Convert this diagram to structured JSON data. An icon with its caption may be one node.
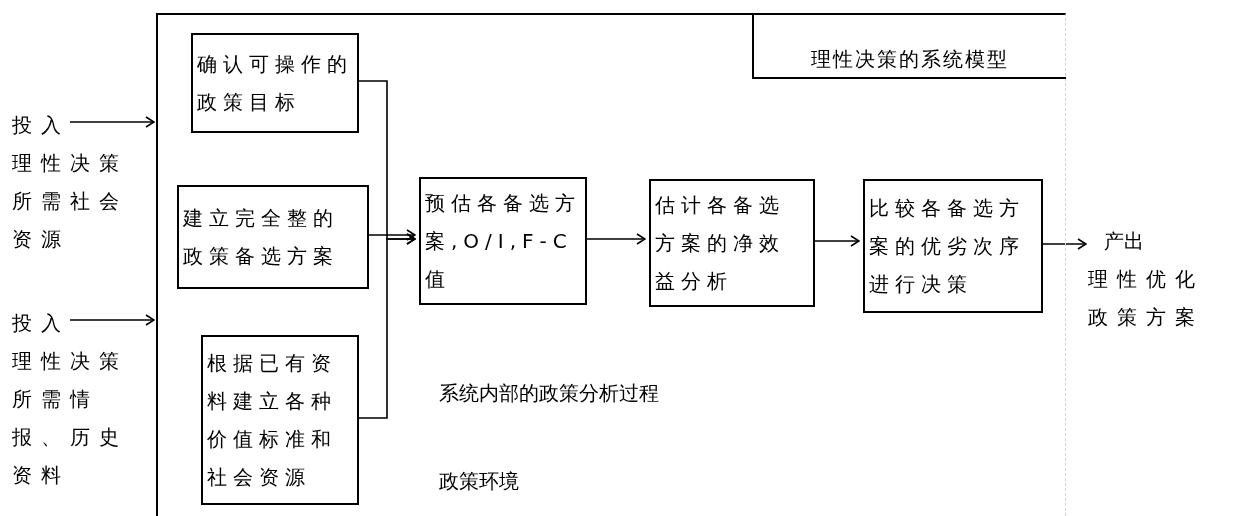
{
  "diagram": {
    "title": "理性决策的系统模型",
    "nodes": [
      {
        "text": [
          "系统内部的政策分析过程",
          "政策环境"
        ]
      },
      {
        "text": [
          "投入",
          "理性决策所需社会资源"
        ]
      },
      {
        "text": [
          "投入",
          "理性决策所需情报、历史资料"
        ]
      },
      {
        "text": [
          "确认可操作的政策目标"
        ],
        "in": 0
      },
      {
        "text": [
          "建立完全整的政策备选方案"
        ],
        "in": 0
      },
      {
        "text": [
          "根据已有资料建立各种价值标准和社会资源"
        ],
        "in": 0
      },
      {
        "text": [
          "预估各备选方案,O/I,F-C值"
        ],
        "in": 0
      },
      {
        "text": [
          "估计各备选方案的净效益分析"
        ],
        "in": 0
      },
      {
        "text": [
          "比较各备选方案的优劣次序进行决策"
        ],
        "in": 0
      },
      {
        "text": [
          "产出",
          "理性优化政策方案"
        ]
      }
    ],
    "edges": [
      {
        "from": 1,
        "to": 0,
        "arrow": "to"
      },
      {
        "from": 2,
        "to": 0,
        "arrow": "to"
      },
      {
        "from": 3,
        "to": 6,
        "arrow": "to"
      },
      {
        "from": 4,
        "to": 6,
        "arrow": "to"
      },
      {
        "from": 5,
        "to": 6,
        "arrow": "to"
      },
      {
        "from": 6,
        "to": 7,
        "arrow": "to"
      },
      {
        "from": 7,
        "to": 8,
        "arrow": "to"
      },
      {
        "from": 8,
        "to": 9,
        "arrow": "to"
      }
    ]
  }
}
